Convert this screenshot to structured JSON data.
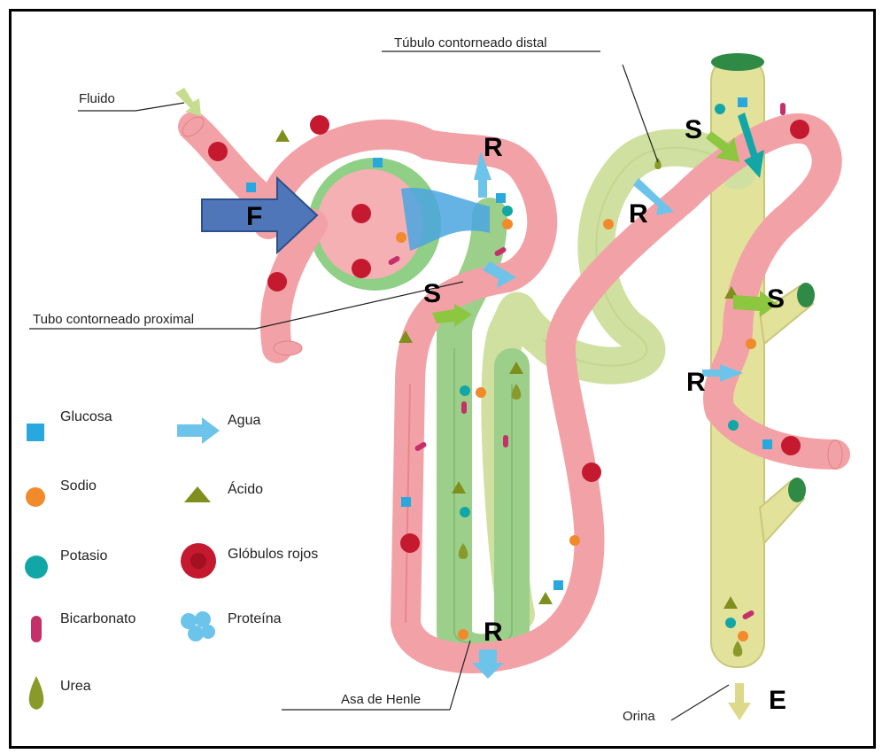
{
  "labels": {
    "fluido": "Fluido",
    "tubulo_distal": "Túbulo contorneado distal",
    "tubo_proximal": "Tubo contorneado proximal",
    "asa_henle": "Asa de Henle",
    "orina": "Orina"
  },
  "markers": {
    "F": "F",
    "R": "R",
    "S": "S",
    "E": "E"
  },
  "legend": [
    {
      "label": "Glucosa",
      "icon": "square-icon",
      "color": "#29a8e0"
    },
    {
      "label": "Agua",
      "icon": "arrow-icon",
      "color": "#6cc4ea"
    },
    {
      "label": "Sodio",
      "icon": "dot-icon",
      "color": "#f08a2b"
    },
    {
      "label": "Ácido",
      "icon": "triangle-icon",
      "color": "#7f8f1e"
    },
    {
      "label": "Potasio",
      "icon": "dot-icon",
      "color": "#13a6a6"
    },
    {
      "label": "Glóbulos rojos",
      "icon": "disc-icon",
      "color": "#c4192f"
    },
    {
      "label": "Bicarbonato",
      "icon": "pill-icon",
      "color": "#c52f6a"
    },
    {
      "label": "Proteína",
      "icon": "cluster-icon",
      "color": "#6cc4ea"
    },
    {
      "label": "Urea",
      "icon": "drop-icon",
      "color": "#8a9a2a"
    }
  ],
  "colors": {
    "vessel": "#f2a0a4",
    "vessel_dark": "#e88489",
    "tubule_green": "#9fc98a",
    "tubule_light": "#d7e3a0",
    "collecting": "#e8e6a0",
    "arrow_blue": "#4f76b8"
  }
}
